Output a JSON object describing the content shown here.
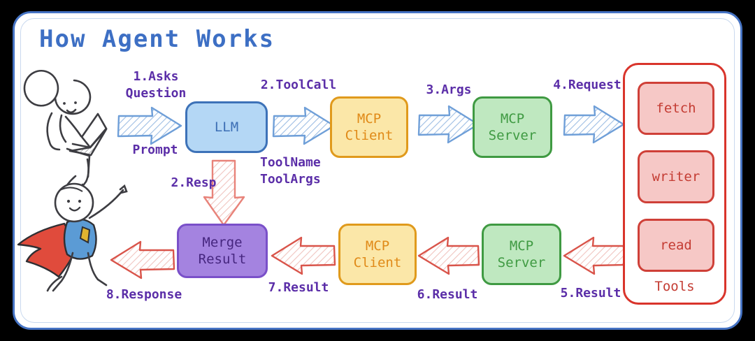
{
  "diagram": {
    "title": "How Agent Works",
    "frame_color": "#4573c4",
    "background": "#000000",
    "canvas": "#ffffff"
  },
  "nodes": {
    "llm": {
      "label": "LLM",
      "fill": "#b4d7f5",
      "stroke": "#3d72b8",
      "text": "#3d6fb5"
    },
    "mcp_client_top": {
      "label": "MCP\nClient",
      "fill": "#fbe7a8",
      "stroke": "#e09a1c",
      "text": "#e08a18"
    },
    "mcp_server_top": {
      "label": "MCP\nServer",
      "fill": "#bfe8c0",
      "stroke": "#3f9a42",
      "text": "#3f9a42"
    },
    "merge_result": {
      "label": "Merge\nResult",
      "fill": "#a483e0",
      "stroke": "#7a50c9",
      "text": "#46267f"
    },
    "mcp_client_bottom": {
      "label": "MCP\nClient",
      "fill": "#fbe7a8",
      "stroke": "#e09a1c",
      "text": "#e08a18"
    },
    "mcp_server_bottom": {
      "label": "MCP\nServer",
      "fill": "#bfe8c0",
      "stroke": "#3f9a42",
      "text": "#3f9a42"
    }
  },
  "tools": {
    "caption": "Tools",
    "stroke": "#d9342b",
    "item_fill": "#f6c8c6",
    "item_stroke": "#cf4038",
    "item_text": "#c43c33",
    "items": [
      {
        "label": "fetch"
      },
      {
        "label": "writer"
      },
      {
        "label": "read"
      }
    ]
  },
  "labels": {
    "color": "#5b2ea8",
    "asks_question": "1.Asks\nQuestion",
    "prompt": "Prompt",
    "tool_call": "2.ToolCall",
    "tool_name_args": "ToolName\nToolArgs",
    "resp": "2.Resp",
    "args": "3.Args",
    "request": "4.Request",
    "result5": "5.Result",
    "result6": "6.Result",
    "result7": "7.Result",
    "response8": "8.Response"
  },
  "arrows": {
    "forward_color": "#6f9fd8",
    "return_color": "#d9544a",
    "down_color": "#e8837a"
  },
  "people": {
    "user_with_laptop": "person-sitting-with-laptop",
    "hero_user": "superhero-stick-figure",
    "cape_color": "#e04b3c",
    "shirt_color": "#5b9bd5",
    "emblem_color": "#e0b430"
  }
}
